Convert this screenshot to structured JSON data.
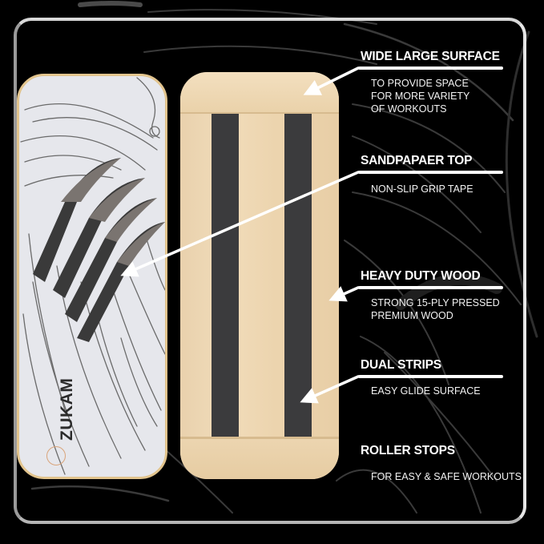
{
  "brand": {
    "name": "ZUKAM"
  },
  "colors": {
    "background": "#000000",
    "frame": "#c8c8c8",
    "grip_surface": "#e6e7ec",
    "wood": "#ecd4ae",
    "strips": "#3b3b3d",
    "text": "#ffffff"
  },
  "features": [
    {
      "title": "WIDE LARGE SURFACE",
      "description": [
        "TO PROVIDE SPACE",
        "FOR MORE VARIETY",
        "OF WORKOUTS"
      ]
    },
    {
      "title": "SANDPAPAER TOP",
      "description": [
        "NON-SLIP GRIP TAPE"
      ]
    },
    {
      "title": "HEAVY DUTY WOOD",
      "description": [
        "STRONG 15-PLY PRESSED",
        "PREMIUM WOOD"
      ]
    },
    {
      "title": "DUAL STRIPS",
      "description": [
        "EASY GLIDE SURFACE"
      ]
    },
    {
      "title": "ROLLER STOPS",
      "description": [
        "FOR EASY & SAFE WORKOUTS"
      ]
    }
  ]
}
